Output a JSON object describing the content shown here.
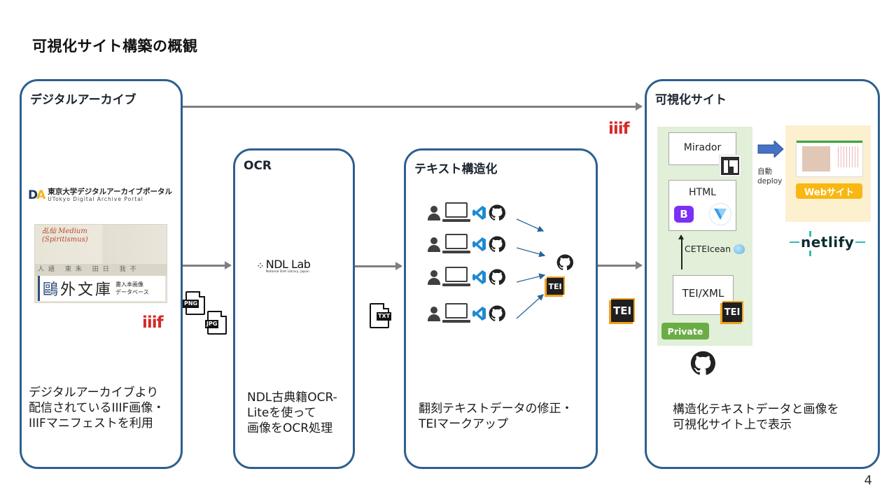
{
  "slide": {
    "title": "可視化サイト構築の概観",
    "page_number": "4"
  },
  "panels": {
    "archive": {
      "title": "デジタルアーカイブ",
      "description": "デジタルアーカイブより\n配信されているIIIF画像・\nIIIFマニフェストを利用",
      "portal_logo": {
        "mark_d": "D",
        "mark_a": "A",
        "name_jp": "東京大学デジタルアーカイブポータル",
        "name_en": "UTokyo Digital Archive Portal"
      },
      "database_image": {
        "handwriting": "乩仙 Medium\n(Spiritismus)",
        "band_text": "人語 東朱 田日 我不",
        "banner_first": "鷗",
        "banner_rest": "外文庫",
        "banner_sub": "書入本画像\nデータベース"
      },
      "iiif_logo": "iiif"
    },
    "ocr": {
      "title": "OCR",
      "description": "NDL古典籍OCR-\nLiteを使って\n画像をOCR処理",
      "ndl_logo": {
        "mark": "⁘",
        "name": "NDL Lab",
        "sub": "National Diet Library, Japan"
      }
    },
    "text": {
      "title": "テキスト構造化",
      "description": "翻刻テキストデータの修正・\nTEIマークアップ",
      "contributors_count": 4,
      "tei_label": "TEI"
    },
    "vis": {
      "title": "可視化サイト",
      "description": "構造化テキストデータと画像を\n可視化サイト上で表示",
      "mirador_label": "Mirador",
      "html_label": "HTML",
      "bootstrap_glyph": "B",
      "cetei_label": "CETEIcean",
      "teixml_label": "TEI/XML",
      "tei_label": "TEI",
      "private_label": "Private",
      "auto_deploy": "自動\ndeploy",
      "website_label": "Webサイト",
      "netlify_label": "netlify"
    }
  },
  "connectors": {
    "iiif_label": "iiif",
    "file_formats": [
      "PNG",
      "JPG"
    ],
    "text_format": "TXT",
    "tei_label": "TEI"
  },
  "colors": {
    "panel_border": "#2e5f8e",
    "arrow": "#7f7f7f",
    "iiif_red": "#d42a2a",
    "iiif_blue": "#2b6db5",
    "tei_orange": "#f0a21c",
    "vscode_blue": "#1f8ad2",
    "private_green": "#6aad45",
    "web_yellow": "#f8b712",
    "netlify_teal": "#32bab4"
  }
}
